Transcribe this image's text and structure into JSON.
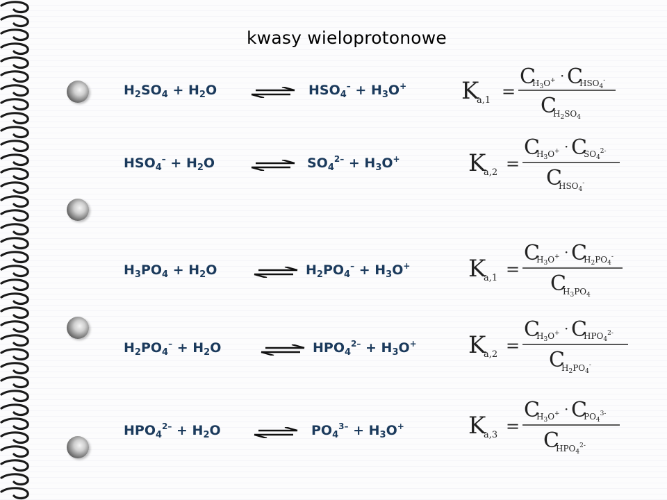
{
  "title": "kwasy wieloprotonowe",
  "sulfuric": [
    {
      "left": [
        "H",
        "2",
        "SO",
        "4",
        " + H",
        "2",
        "O"
      ],
      "right": [
        "HSO",
        "4",
        "–",
        " + H",
        "3",
        "O",
        "+"
      ]
    },
    {
      "left": [
        "HSO",
        "4",
        "–",
        " + H",
        "2",
        "O"
      ],
      "right": [
        "SO",
        "4",
        "2–",
        " + H",
        "3",
        "O",
        "+"
      ]
    }
  ],
  "phosphoric": [
    {
      "left": [
        "H",
        "3",
        "PO",
        "4",
        " + H",
        "2",
        "O"
      ],
      "right": [
        "H",
        "2",
        "PO",
        "4",
        "–",
        " + H",
        "3",
        "O",
        "+"
      ]
    },
    {
      "left": [
        "H",
        "2",
        "PO",
        "4",
        "–",
        " + H",
        "2",
        "O"
      ],
      "right": [
        "HPO",
        "4",
        "2–",
        " + H",
        "3",
        "O",
        "+"
      ]
    },
    {
      "left": [
        "HPO",
        "4",
        "2–",
        " + H",
        "2",
        "O"
      ],
      "right": [
        "PO",
        "4",
        "3–",
        " + H",
        "3",
        "O",
        "+"
      ]
    }
  ],
  "constants": [
    {
      "K": "K",
      "sub": "a,1",
      "eq": "=",
      "C": "C",
      "num1_sub": "H3O+",
      "dot": "·",
      "num2_sub": "HSO4-",
      "den_sub": "H2SO4"
    },
    {
      "K": "K",
      "sub": "a,2",
      "eq": "=",
      "C": "C",
      "num1_sub": "H3O+",
      "dot": "·",
      "num2_sub": "SO4 2-",
      "den_sub": "HSO4 -"
    },
    {
      "K": "K",
      "sub": "a,1",
      "eq": "=",
      "C": "C",
      "num1_sub": "H3O+",
      "dot": "·",
      "num2_sub": "H2PO4 -",
      "den_sub": "H3PO4"
    },
    {
      "K": "K",
      "sub": "a,2",
      "eq": "=",
      "C": "C",
      "num1_sub": "H3O+",
      "dot": "·",
      "num2_sub": "HPO4 2-",
      "den_sub": "H2PO4 -"
    },
    {
      "K": "K",
      "sub": "a,3",
      "eq": "=",
      "C": "C",
      "num1_sub": "H3O+",
      "dot": "·",
      "num2_sub": "PO4 3-",
      "den_sub": "HPO4 2-"
    }
  ],
  "colors": {
    "equation_text": "#1b3a5c",
    "title_text": "#000000",
    "coil": "#1a1a1a"
  }
}
